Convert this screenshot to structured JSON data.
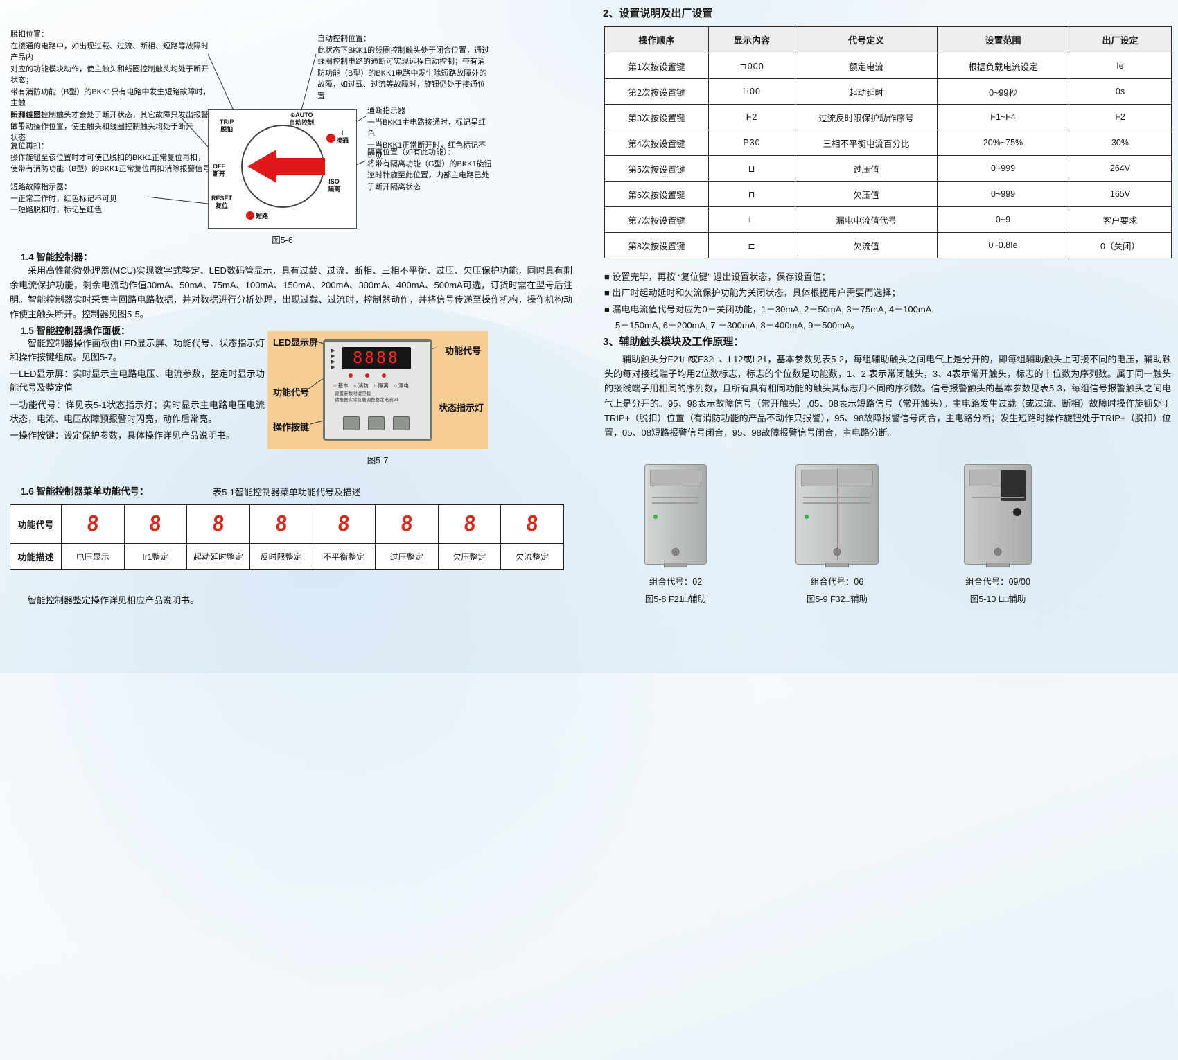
{
  "left": {
    "callouts": {
      "trip": "脱扣位置：\n在接通的电路中，如出现过载、过流、断相、短路等故障时产品内\n对应的功能模块动作，使主触头和线圈控制触头均处于断开状态；\n带有消防功能（B型）的BKK1只有电路中发生短路故障时，主触\n头和线圈控制触头才会处于断开状态，其它故障只发出报警信号",
      "off": "断开位置：\n即手动操作位置，使主触头和线圈控制触头均处于断开状态",
      "reset": "复位再扣：\n操作旋钮至该位置时才可使已脱扣的BKK1正常复位再扣，\n使带有消防功能（B型）的BKK1正常复位再扣消除报警信号",
      "short_ind": "短路故障指示器：\n一正常工作时，红色标记不可见\n一短路脱扣时，标记呈红色",
      "auto": "自动控制位置：\n此状态下BKK1的线圈控制触头处于闭合位置，通过\n线圈控制电路的通断可实现远程自动控制；带有消\n防功能（B型）的BKK1电路中发生除短路故障外的\n故障，如过载、过流等故障时，旋钮仍处于接通位置",
      "on_ind": "通断指示器\n一当BKK1主电路接通时，标记呈红色\n一当BKK1正常断开时，红色标记不可见",
      "iso": "隔离位置（如有此功能）：\n将带有隔离功能（G型）的BKK1旋钮\n逆时针旋至此位置，内部主电路已处\n于断开隔离状态"
    },
    "dial": {
      "trip": "TRIP\n脱扣",
      "auto": "⊙AUTO\n自动控制",
      "on": "I\n接通",
      "iso": "ISO\n隔离",
      "off": "OFF\n断开",
      "reset": "RESET\n复位",
      "short": "短路",
      "caption": "图5-6"
    },
    "sec14": {
      "title": "1.4 智能控制器：",
      "body": "采用高性能微处理器(MCU)实现数字式整定、LED数码管显示，具有过载、过流、断相、三相不平衡、过压、欠压保护功能，同时具有剩余电流保护功能，剩余电流动作值30mA、50mA、75mA、100mA、150mA、200mA、300mA、400mA、500mA可选，订货时需在型号后注明。智能控制器实时采集主回路电路数据，并对数据进行分析处理，出现过载、过流时，控制器动作，并将信号传递至操作机构，操作机构动作使主触头断开。控制器见图5-5。"
    },
    "sec15": {
      "title": "1.5 智能控制器操作面板：",
      "p1": "智能控制器操作面板由LED显示屏、功能代号、状态指示灯和操作按键组成。见图5-7。",
      "p2": "一LED显示屏：实时显示主电路电压、电流参数，整定时显示功能代号及整定值",
      "p3": "一功能代号：详见表5-1状态指示灯；实时显示主电路电压电流状态，电流、电压故障预报警时闪亮，动作后常亮。",
      "p4": "一操作按键：设定保护参数，具体操作详见产品说明书。"
    },
    "panel": {
      "lbl_led": "LED显示屏",
      "lbl_code_top": "功能代号",
      "lbl_code_left": "功能代号",
      "lbl_status": "状态指示灯",
      "lbl_keys": "操作按键",
      "display": "8888",
      "marks": "▶\n▶\n▶\n▶",
      "modes": "○ 基本　○ 消防　○ 隔离　○ 漏电",
      "note": "设置参数时请空载\n请根据实际负载调整整定电流V1",
      "caption": "图5-7"
    },
    "sec16_title": "1.6 智能控制器菜单功能代号：",
    "table51": {
      "title": "表5-1智能控制器菜单功能代号及描述",
      "h1": "功能代号",
      "h2": "功能描述",
      "codes": [
        "8",
        "8",
        "8",
        "8",
        "8",
        "8",
        "8",
        "8"
      ],
      "descs": [
        "电压显示",
        "Ir1整定",
        "起动延时整定",
        "反时限整定",
        "不平衡整定",
        "过压整定",
        "欠压整定",
        "欠流整定"
      ]
    },
    "footer_note": "智能控制器整定操作详见相应产品说明书。"
  },
  "right": {
    "sec2_title": "2、设置说明及出厂设置",
    "table": {
      "headers": [
        "操作顺序",
        "显示内容",
        "代号定义",
        "设置范围",
        "出厂设定"
      ],
      "rows": [
        [
          "第1次按设置键",
          "⊐000",
          "额定电流",
          "根据负载电流设定",
          "Ie"
        ],
        [
          "第2次按设置键",
          "H00",
          "起动延时",
          "0~99秒",
          "0s"
        ],
        [
          "第3次按设置键",
          "F2",
          "过流反时限保护动作序号",
          "F1~F4",
          "F2"
        ],
        [
          "第4次按设置键",
          "P30",
          "三相不平衡电流百分比",
          "20%~75%",
          "30%"
        ],
        [
          "第5次按设置键",
          "⊔",
          "过压值",
          "0~999",
          "264V"
        ],
        [
          "第6次按设置键",
          "⊓",
          "欠压值",
          "0~999",
          "165V"
        ],
        [
          "第7次按设置键",
          "∟",
          "漏电电流值代号",
          "0~9",
          "客户要求"
        ],
        [
          "第8次按设置键",
          "⊏",
          "欠流值",
          "0~0.8Ie",
          "0（关闭）"
        ]
      ]
    },
    "bullets": [
      "■ 设置完毕，再按 “复位键” 退出设置状态，保存设置值；",
      "■ 出厂时起动延时和欠流保护功能为关闭状态，具体根据用户需要而选择；",
      "■ 漏电电流值代号对应为0－关闭功能，1－30mA, 2－50mA, 3－75mA, 4－100mA,",
      "5－150mA, 6－200mA, 7 －300mA, 8－400mA, 9－500mA。"
    ],
    "sec3_title": "3、辅助触头模块及工作原理：",
    "sec3_body": "辅助触头分F21□或F32□、L12或L21，基本参数见表5-2，每组辅助触头之间电气上是分开的，即每组辅助触头上可接不同的电压，辅助触头的每对接线端子均用2位数标志，标志的个位数是功能数，1、2 表示常闭触头，3、4表示常开触头，标志的十位数为序列数。属于同一触头的接线端子用相同的序列数，且所有具有相同功能的触头其标志用不同的序列数。信号报警触头的基本参数见表5-3，每组信号报警触头之间电气上是分开的。95、98表示故障信号（常开触头）,05、08表示短路信号（常开触头）。主电路发生过载（或过流、断相）故障时操作旋钮处于TRIP+（脱扣）位置（有消防功能的产品不动作只报警），95、98故障报警信号闭合，主电路分断；发生短路时操作旋钮处于TRIP+（脱扣）位置，05、08短路报警信号闭合，95、98故障报警信号闭合，主电路分断。",
    "modules": [
      {
        "combo": "组合代号：02",
        "caption": "图5-8  F21□辅助"
      },
      {
        "combo": "组合代号：06",
        "caption": "图5-9  F32□辅助"
      },
      {
        "combo": "组合代号：09/00",
        "caption": "图5-10  L□辅助"
      }
    ]
  }
}
